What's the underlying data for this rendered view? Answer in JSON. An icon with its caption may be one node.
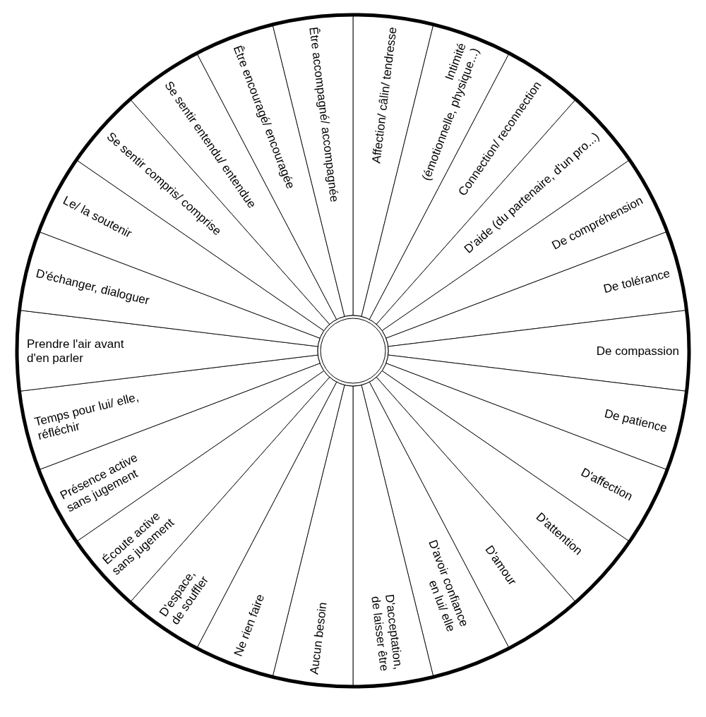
{
  "diagram": {
    "nodes": [
      {
        "text": [
          "Affection/ câlin/ tendresse"
        ]
      },
      {
        "text": [
          "Intimité (émotionnelle, physique...)"
        ]
      },
      {
        "text": [
          "Connection/ reconnection"
        ]
      },
      {
        "text": [
          "D'aide (du partenaire, d'un pro...)"
        ]
      },
      {
        "text": [
          "De compréhension"
        ]
      },
      {
        "text": [
          "De tolérance"
        ]
      },
      {
        "text": [
          "De compassion"
        ]
      },
      {
        "text": [
          "De patience"
        ]
      },
      {
        "text": [
          "D'affection"
        ]
      },
      {
        "text": [
          "D'attention"
        ]
      },
      {
        "text": [
          "D'amour"
        ]
      },
      {
        "text": [
          "D'avoir confiance en lui/ elle"
        ]
      },
      {
        "text": [
          "D'acceptation, de laisser être"
        ]
      },
      {
        "text": [
          "Aucun besoin"
        ]
      },
      {
        "text": [
          "Ne rien faire"
        ]
      },
      {
        "text": [
          "D'espace, de souffler"
        ]
      },
      {
        "text": [
          "Écoute active sans jugement"
        ]
      },
      {
        "text": [
          "Présence active sans jugement"
        ]
      },
      {
        "text": [
          "Temps pour lui/ elle, réfléchir"
        ]
      },
      {
        "text": [
          "Prendre l'air avant d'en parler"
        ]
      },
      {
        "text": [
          "D'échanger, dialoguer"
        ]
      },
      {
        "text": [
          "Le/ la soutenir"
        ]
      },
      {
        "text": [
          "Se sentir compris/ comprise"
        ]
      },
      {
        "text": [
          "Se sentir entendu/ entendue"
        ]
      },
      {
        "text": [
          "Être encouragé/ encouragée"
        ]
      },
      {
        "text": [
          "Être accompagné/ accompagnée"
        ]
      }
    ]
  }
}
